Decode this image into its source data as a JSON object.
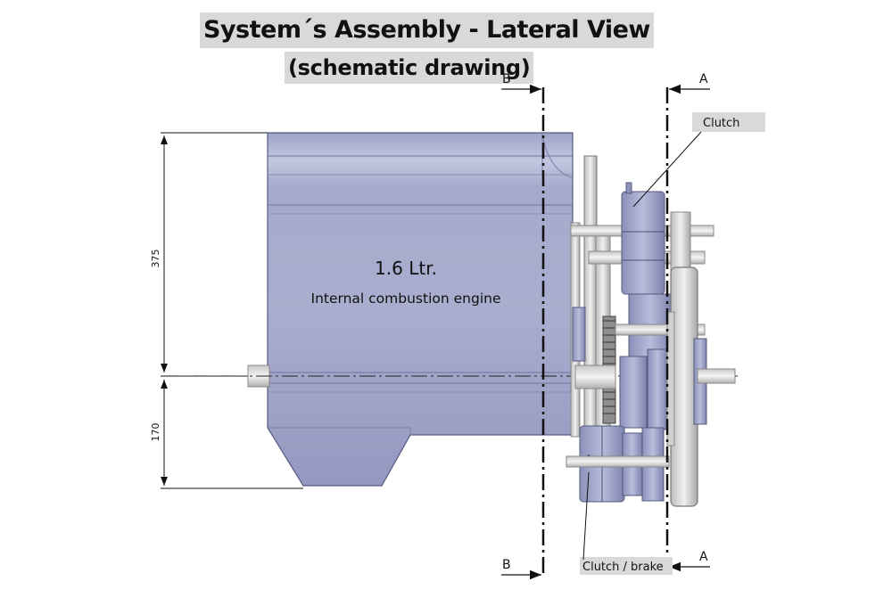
{
  "title": "System´s Assembly - Lateral View",
  "subtitle": "(schematic drawing)",
  "engine": {
    "volume": "1.6 Ltr.",
    "description": "Internal combustion engine"
  },
  "dimensions": {
    "upper": "375",
    "lower": "170"
  },
  "sections": {
    "a_top": "A",
    "a_bottom": "A",
    "b_top": "B",
    "b_bottom": "B"
  },
  "callouts": {
    "clutch": "Clutch",
    "clutch_brake": "Clutch / brake"
  },
  "colors": {
    "housing": "#a6aacc",
    "housing_dark": "#7f84ad",
    "metal_light": "#e4e4e4",
    "callout_bg": "#d9d9d9"
  }
}
